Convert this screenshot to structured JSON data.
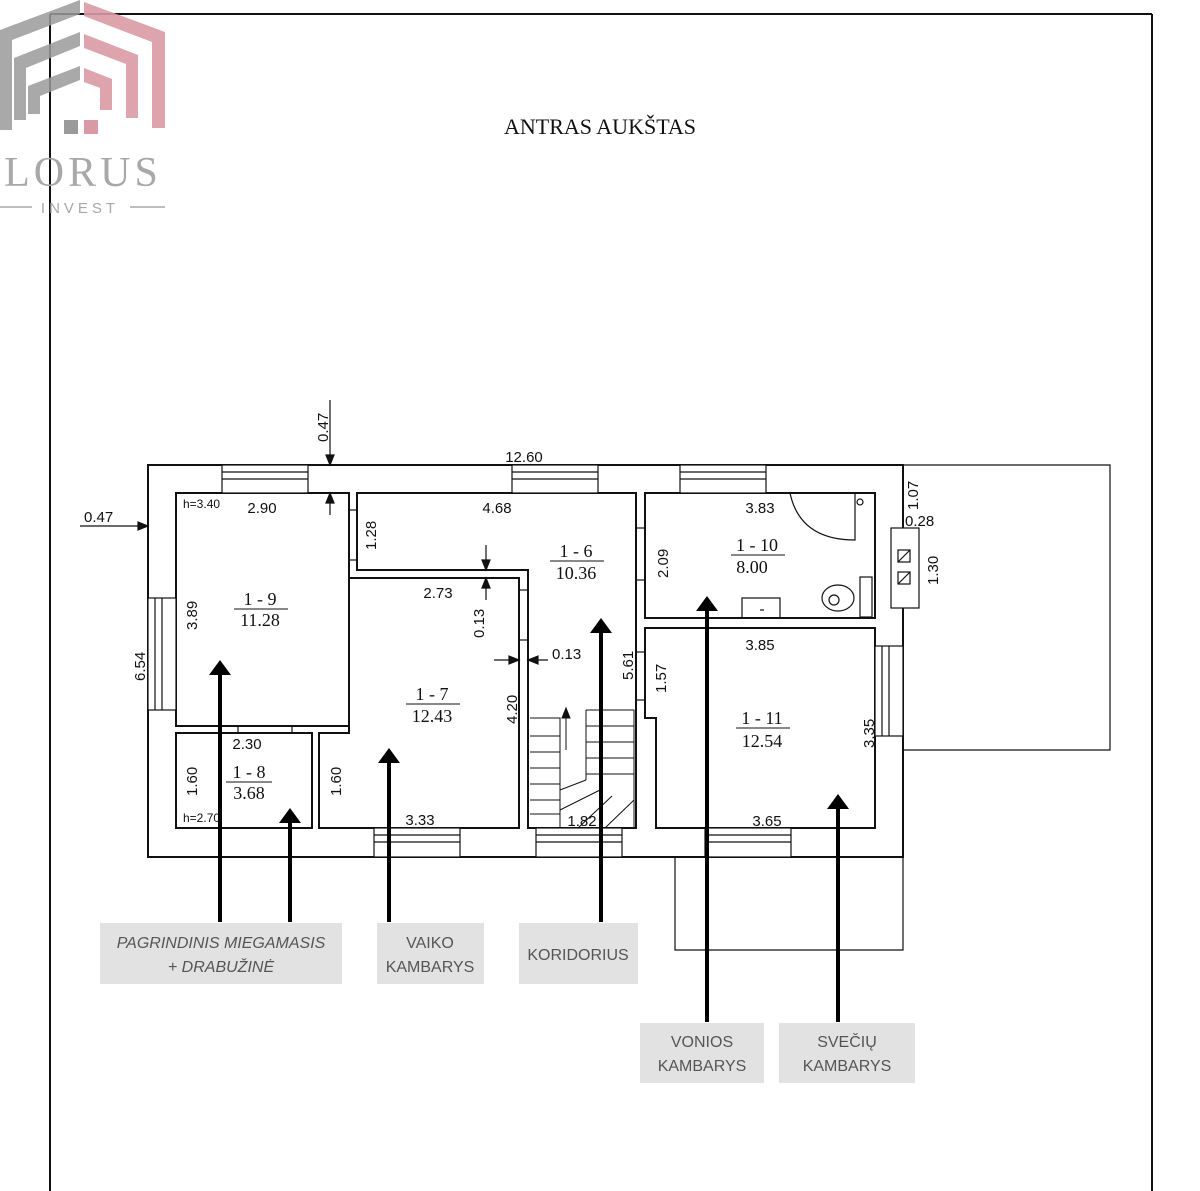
{
  "logo": {
    "name": "LORUS",
    "sub": "INVEST",
    "colors": {
      "gray": "#9a9a9a",
      "pink": "#d99aa5",
      "text": "#a8a8a8"
    }
  },
  "title": "ANTRAS AUKŠTAS",
  "dimensions": {
    "overall_width": "12.60",
    "wall_top": "0.47",
    "wall_left": "0.47",
    "left_height": "6.54",
    "r9_width": "2.90",
    "r9_height": "3.89",
    "r9_ceiling": "h=3.40",
    "r6_width": "4.68",
    "r6_side": "1.28",
    "r6_depth": "5.61",
    "r7_width": "2.73",
    "r7_wall": "0.13",
    "r7_wall2": "0.13",
    "r7_height": "4.20",
    "r7_left": "1.60",
    "r7_bottom": "3.33",
    "r8_width": "2.30",
    "r8_height": "1.60",
    "r8_ceiling": "h=2.70",
    "stair_width": "1.82",
    "r10_width": "3.83",
    "r10_height": "2.09",
    "r11_width": "3.85",
    "r11_left": "1.57",
    "r11_right": "3.35",
    "r11_bottom": "3.65",
    "ext_a": "1.07",
    "ext_b": "0.28",
    "ext_c": "1.30"
  },
  "rooms": [
    {
      "id": "1 - 9",
      "area": "11.28"
    },
    {
      "id": "1 - 6",
      "area": "10.36"
    },
    {
      "id": "1 - 7",
      "area": "12.43"
    },
    {
      "id": "1 - 8",
      "area": "3.68"
    },
    {
      "id": "1 - 10",
      "area": "8.00"
    },
    {
      "id": "1 - 11",
      "area": "12.54"
    }
  ],
  "captions": {
    "master": [
      "PAGRINDINIS MIEGAMASIS",
      "+ DRABUŽINĖ"
    ],
    "child": [
      "VAIKO",
      "KAMBARYS"
    ],
    "corridor": [
      "KORIDORIUS"
    ],
    "bath": [
      "VONIOS",
      "KAMBARYS"
    ],
    "guest": [
      "SVEČIŲ",
      "KAMBARYS"
    ]
  },
  "colors": {
    "line": "#111111",
    "caption_bg": "#e2e2e2",
    "caption_text": "#555555"
  }
}
